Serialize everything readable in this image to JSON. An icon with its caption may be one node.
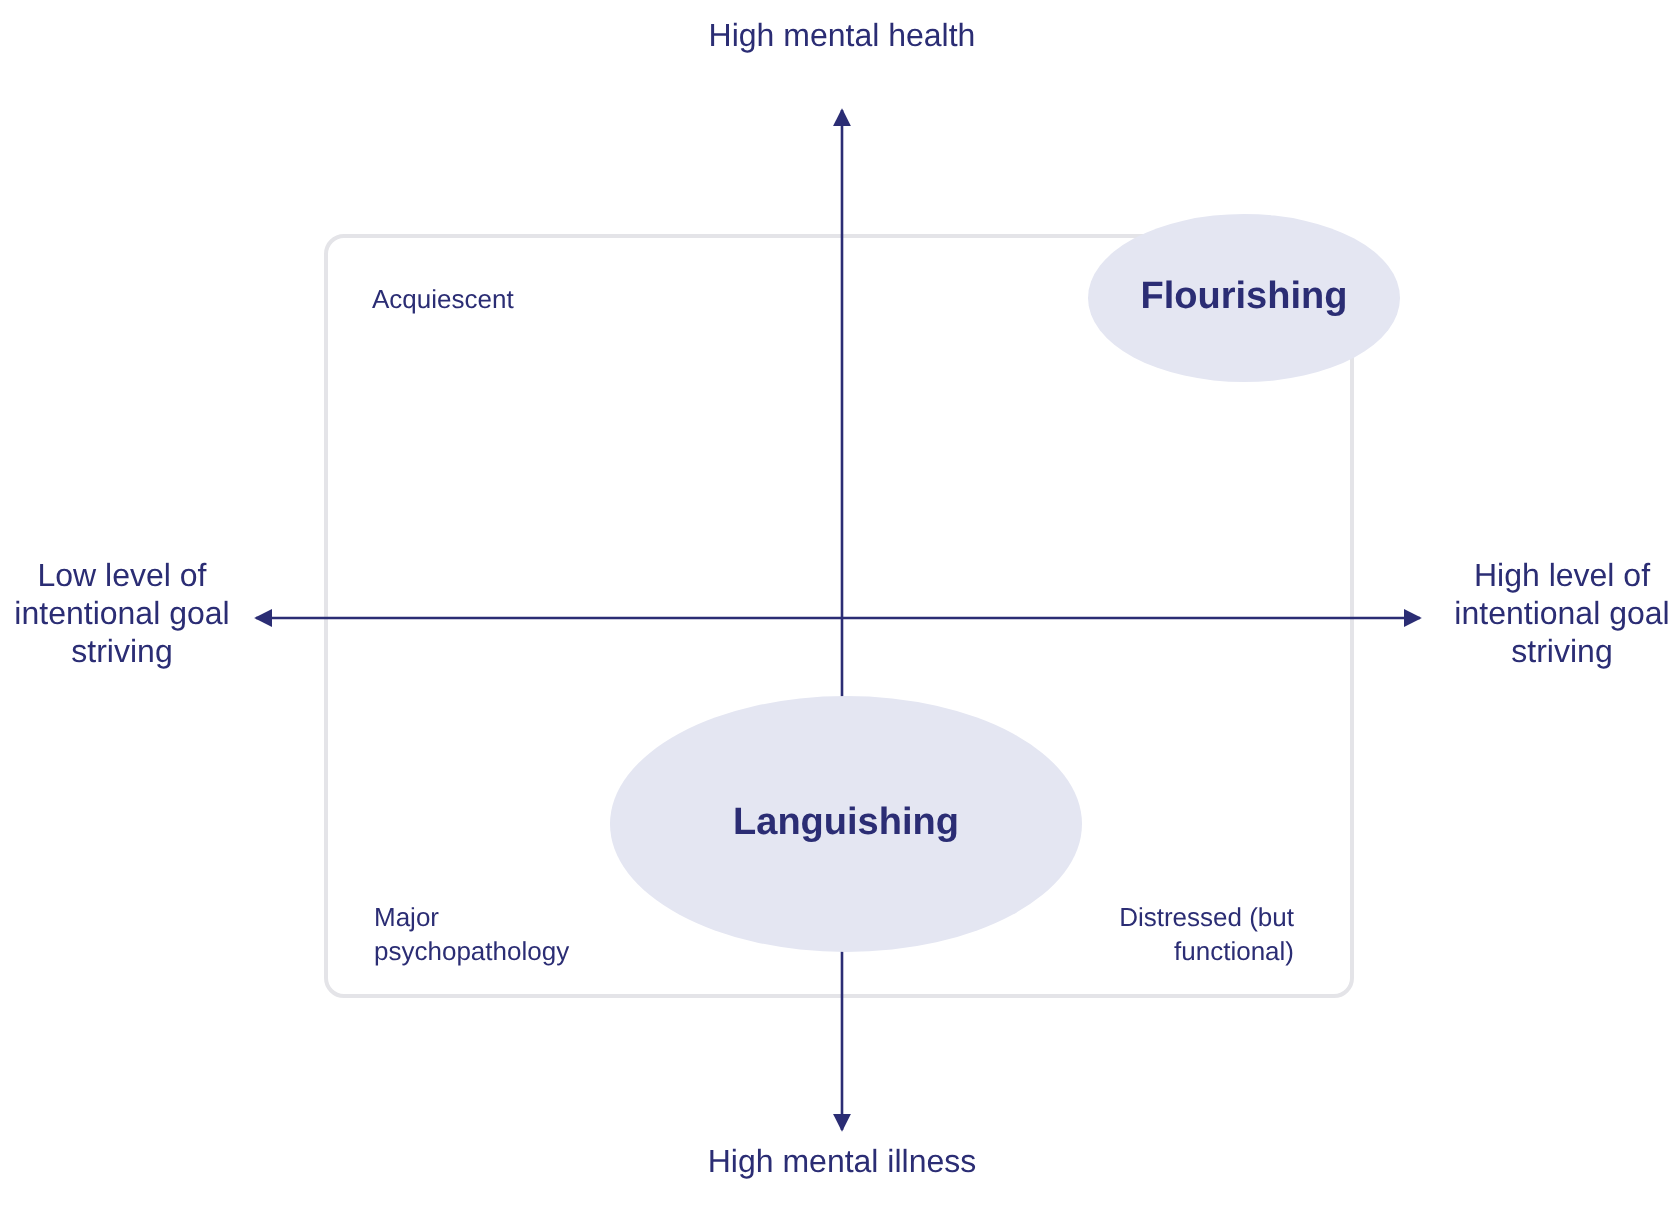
{
  "diagram": {
    "nodes": [
      {
        "text": [
          "Acquiescent",
          "Major psychopathology",
          "Distressed (but functional)"
        ]
      },
      {
        "text": [
          "Flourishing"
        ]
      },
      {
        "text": [
          "Languishing"
        ],
        "in": 0
      }
    ],
    "labels": [
      "High mental health",
      "Low level of intentional goal striving",
      "High level of intentional goal striving",
      "High mental illness"
    ]
  }
}
